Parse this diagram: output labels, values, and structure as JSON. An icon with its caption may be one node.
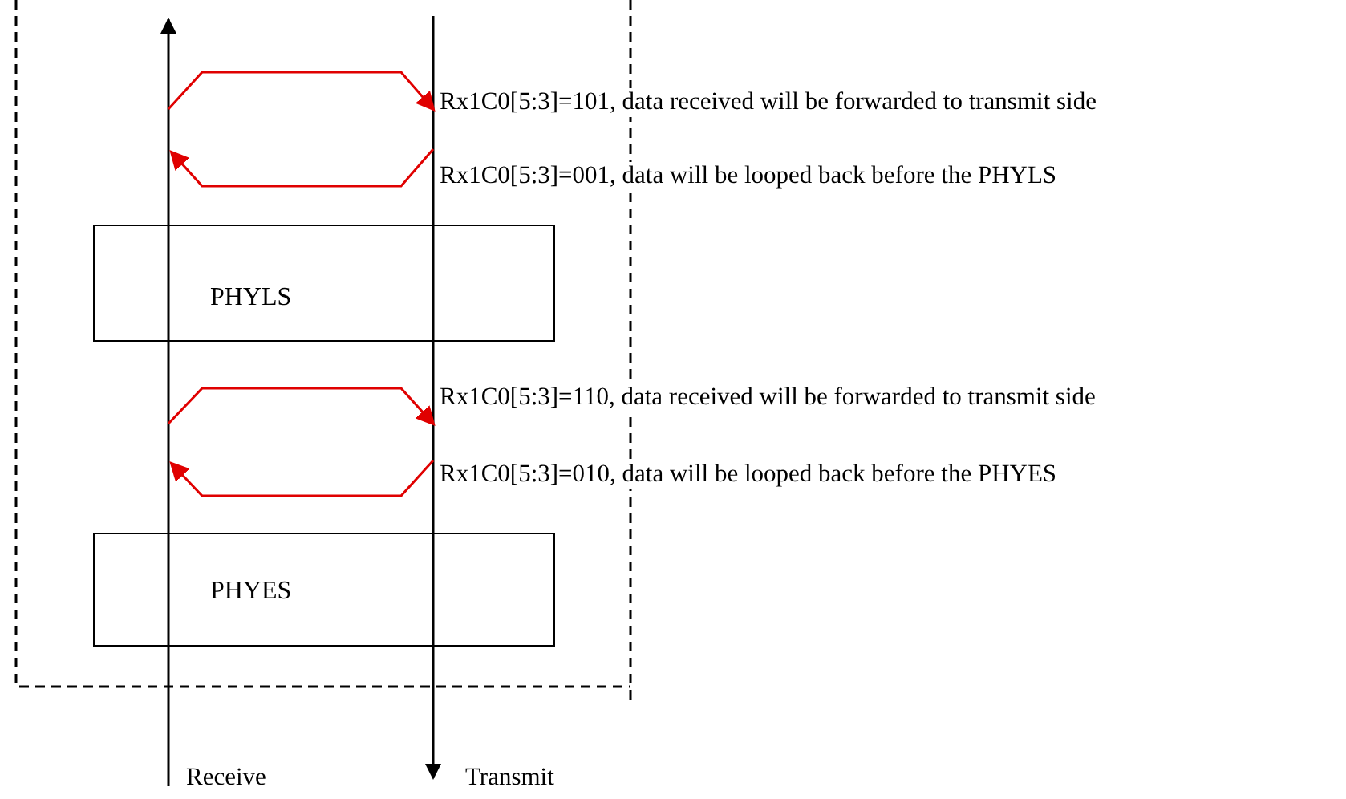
{
  "diagram": {
    "nodes": [
      {
        "text": [
          "PHYLS"
        ]
      },
      {
        "text": [
          "PHYES"
        ]
      }
    ],
    "labels": [
      "Rx1C0[5:3]=101, data received will be forwarded to transmit side",
      "Rx1C0[5:3]=001, data will be looped back before the PHYLS",
      "Rx1C0[5:3]=110, data received will be forwarded to transmit side",
      "Rx1C0[5:3]=010, data will be looped back before the PHYES",
      "Receive",
      "Transmit"
    ]
  }
}
